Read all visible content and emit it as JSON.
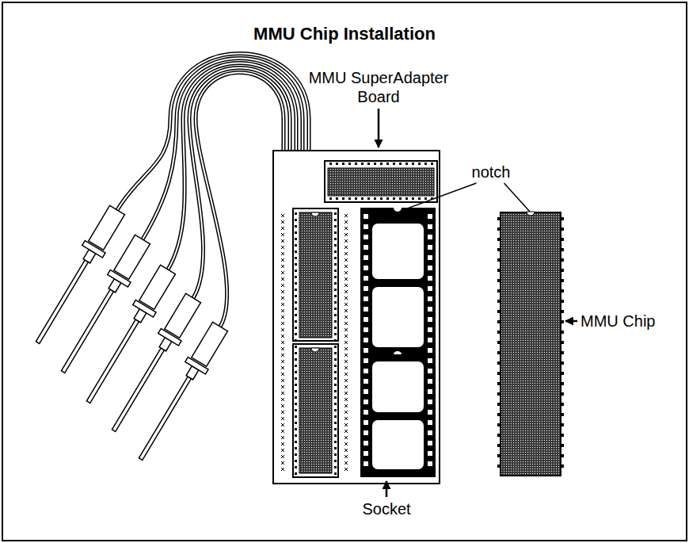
{
  "diagram": {
    "title": "MMU Chip Installation",
    "labels": [
      "MMU SuperAdapter Board",
      "notch",
      "MMU Chip",
      "Socket"
    ]
  }
}
